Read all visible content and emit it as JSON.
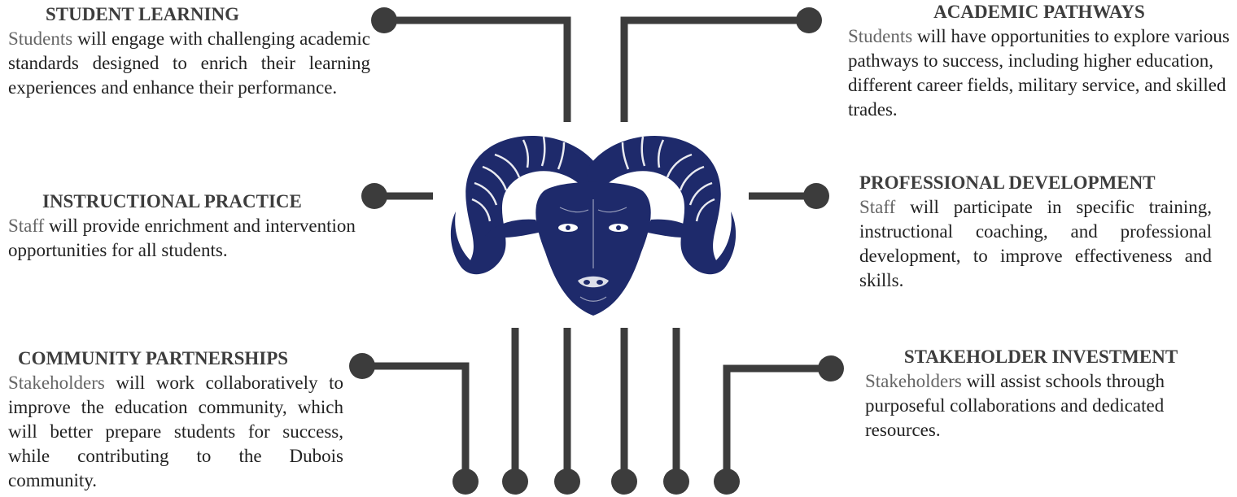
{
  "colors": {
    "connector": "#3c3c3c",
    "heading": "#3d3d3d",
    "subject": "#666666",
    "body": "#222222",
    "logo_navy": "#1e2a6b"
  },
  "logo": {
    "icon": "ram-head-icon"
  },
  "blocks": {
    "student_learning": {
      "heading": "STUDENT LEARNING",
      "subject": "Students",
      "text": " will engage with challenging academic standards designed to enrich their learning experiences and enhance their performance."
    },
    "instructional_practice": {
      "heading": "INSTRUCTIONAL PRACTICE",
      "subject": "Staff",
      "text": " will provide enrichment and intervention opportunities for all students."
    },
    "community_partnerships": {
      "heading": "COMMUNITY PARTNERSHIPS",
      "subject": "Stakeholders",
      "text": " will work collaboratively to improve the education community, which will better prepare students for success, while contributing to the Dubois community."
    },
    "academic_pathways": {
      "heading": "ACADEMIC PATHWAYS",
      "subject": "Students",
      "text": " will have opportunities to explore various pathways to success, including higher education, different career fields, military service, and skilled trades."
    },
    "professional_development": {
      "heading": "PROFESSIONAL DEVELOPMENT",
      "subject": "Staff",
      "text": " will participate in specific training, instructional coaching, and professional development, to improve effectiveness and skills."
    },
    "stakeholder_investment": {
      "heading": "STAKEHOLDER INVESTMENT",
      "subject": "Stakeholders",
      "text": " will assist schools through purposeful collaborations and dedicated resources."
    }
  }
}
